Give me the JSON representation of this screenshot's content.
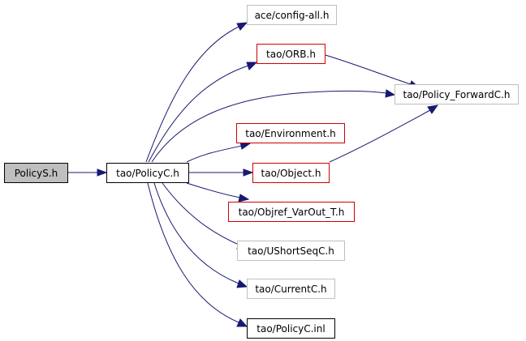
{
  "diagram": {
    "colors": {
      "edge": "#191970",
      "root_fill": "#bfbfbf",
      "border_red": "#d00000",
      "border_gray": "#bfbfbf",
      "border_black": "#000000"
    },
    "nodes": {
      "policy_s_h": "PolicyS.h",
      "tao_policyc_h": "tao/PolicyC.h",
      "ace_config_all_h": "ace/config-all.h",
      "tao_orb_h": "tao/ORB.h",
      "tao_policy_forwardc_h": "tao/Policy_ForwardC.h",
      "tao_environment_h": "tao/Environment.h",
      "tao_object_h": "tao/Object.h",
      "tao_objref_varout_t_h": "tao/Objref_VarOut_T.h",
      "tao_ushortseqc_h": "tao/UShortSeqC.h",
      "tao_currentc_h": "tao/CurrentC.h",
      "tao_policyc_inl": "tao/PolicyC.inl"
    }
  }
}
